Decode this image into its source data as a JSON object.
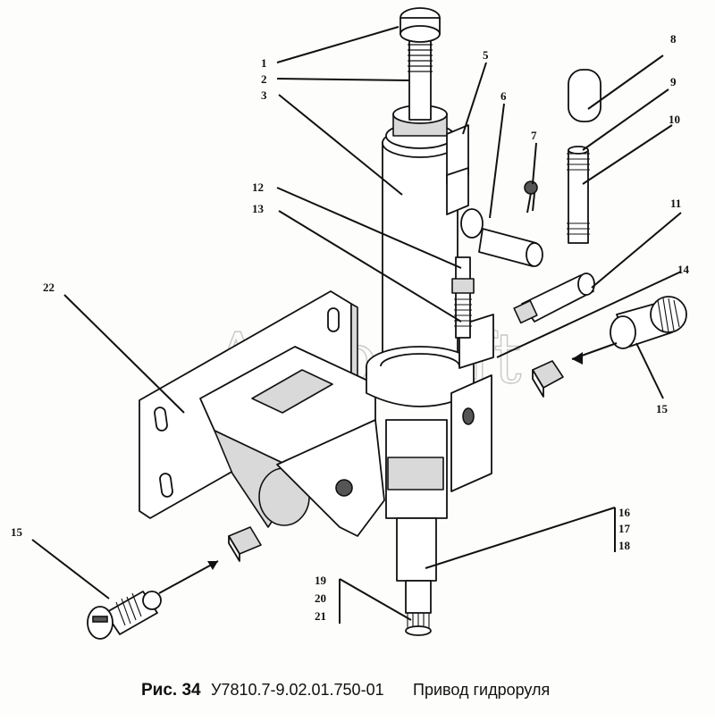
{
  "watermark": "AutoSoft",
  "caption": {
    "fig_label": "Рис. 34",
    "code": "У7810.7-9.02.01.750-01",
    "title": "Привод гидроруля"
  },
  "labels": {
    "l1": "1",
    "l2": "2",
    "l3": "3",
    "l5": "5",
    "l6": "6",
    "l7": "7",
    "l8": "8",
    "l9": "9",
    "l10": "10",
    "l11": "11",
    "l12": "12",
    "l13": "13",
    "l14": "14",
    "l15a": "15",
    "l15b": "15",
    "l16": "16",
    "l17": "17",
    "l18": "18",
    "l19": "19",
    "l20": "20",
    "l21": "21",
    "l22": "22"
  }
}
